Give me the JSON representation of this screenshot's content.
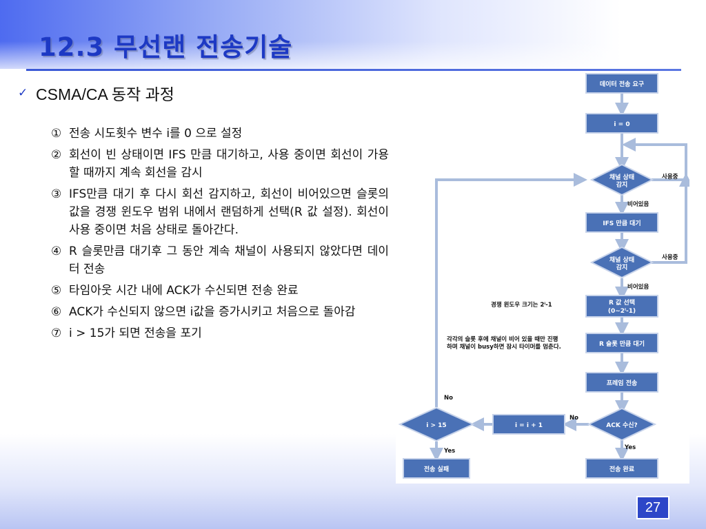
{
  "slide": {
    "title": "12.3 무선랜 전송기술",
    "heading": "CSMA/CA 동작 과정",
    "steps": [
      {
        "num": "①",
        "text": "전송 시도횟수 변수 i를 0 으로 설정"
      },
      {
        "num": "②",
        "text": "회선이 빈 상태이면 IFS 만큼 대기하고, 사용 중이면 회선이 가용할 때까지 계속 회선을 감시"
      },
      {
        "num": "③",
        "text": "IFS만큼 대기 후 다시 회선 감지하고, 회선이 비어있으면 슬롯의 값을 경쟁 윈도우 범위 내에서 랜덤하게 선택(R 값 설정). 회선이 사용 중이면 처음 상태로 돌아간다."
      },
      {
        "num": "④",
        "text": "R 슬롯만큼 대기후 그 동안 계속 채널이 사용되지 않았다면 데이터 전송"
      },
      {
        "num": "⑤",
        "text": "타임아웃 시간 내에 ACK가 수신되면 전송 완료"
      },
      {
        "num": "⑥",
        "text": "ACK가 수신되지 않으면 i값을 증가시키고 처음으로 돌아감"
      },
      {
        "num": "⑦",
        "text": "i > 15가 되면 전송을 포기"
      }
    ],
    "page_number": "27"
  },
  "flowchart": {
    "boxes": {
      "request": "데이터 전송 요구",
      "init": "i = 0",
      "ifs_wait": "IFS 만큼 대기",
      "r_select_1": "R 값 선택",
      "r_select_2": "(0~2ⁱ-1)",
      "r_wait": "R 슬롯 만큼 대기",
      "frame_send": "프레임 전송",
      "increment": "i = i + 1",
      "fail": "전송 실패",
      "done": "전송 완료"
    },
    "decisions": {
      "sense1_a": "채널 상태",
      "sense1_b": "감지",
      "sense2_a": "채널 상태",
      "sense2_b": "감지",
      "ack": "ACK 수신?",
      "limit": "i > 15"
    },
    "labels": {
      "busy1": "사용중",
      "idle1": "비어있음",
      "busy2": "사용중",
      "idle2": "비어있음",
      "no_ack": "No",
      "yes_ack": "Yes",
      "no_limit": "No",
      "yes_limit": "Yes"
    },
    "notes": {
      "window": "경쟁 윈도우 크기는 2ⁱ-1",
      "slot_1": "각각의 슬롯 후에 채널이 비어 있을 때만 진행",
      "slot_2": "하며 채널이 busy하면 잠시 타이머를 멈춘다."
    }
  }
}
